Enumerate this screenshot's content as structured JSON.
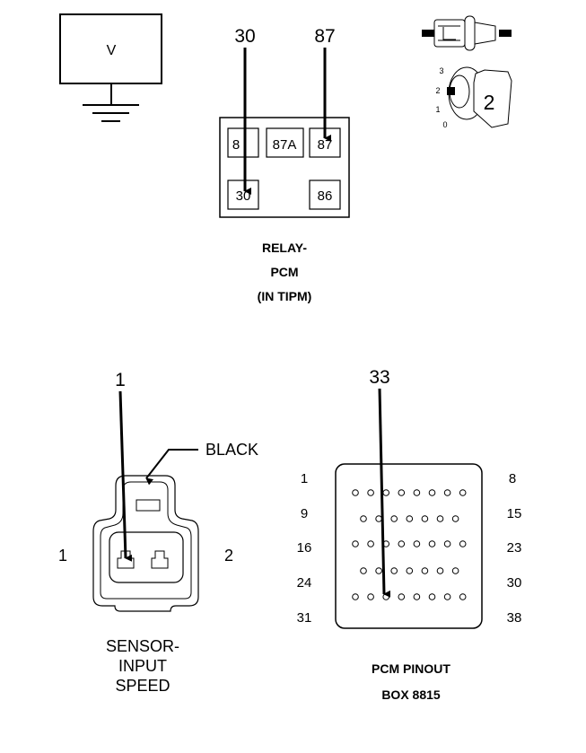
{
  "meter": {
    "symbol": "V"
  },
  "relay": {
    "callouts": [
      "30",
      "87"
    ],
    "terminals": [
      "8",
      "87A",
      "87",
      "30",
      "86"
    ],
    "caption": [
      "RELAY-",
      "PCM",
      "(IN TIPM)"
    ]
  },
  "ignition": {
    "positions": [
      "3",
      "2",
      "1",
      "0"
    ],
    "key_position": "2"
  },
  "sensor": {
    "callout": "1",
    "wire_color": "BLACK",
    "pins": [
      "1",
      "2"
    ],
    "caption": [
      "SENSOR-",
      "INPUT",
      "SPEED"
    ]
  },
  "pcm": {
    "callout": "33",
    "left_labels": [
      "1",
      "9",
      "16",
      "24",
      "31"
    ],
    "right_labels": [
      "8",
      "15",
      "23",
      "30",
      "38"
    ],
    "caption": [
      "PCM PINOUT",
      "BOX 8815"
    ]
  }
}
